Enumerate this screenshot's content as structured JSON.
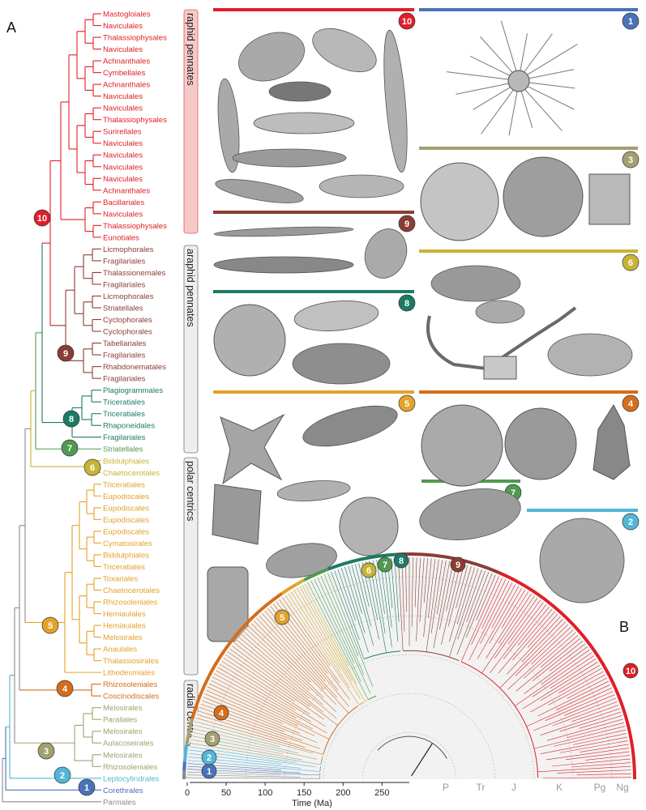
{
  "figure": {
    "panel_a_label": "A",
    "panel_b_label": "B",
    "groups": [
      {
        "label": "raphid pennates",
        "fill": "#f6c9c9",
        "stroke": "#e05a5a"
      },
      {
        "label": "araphid pennates",
        "fill": "#eeeeee",
        "stroke": "#777777"
      },
      {
        "label": "polar centrics",
        "fill": "#eeeeee",
        "stroke": "#777777"
      },
      {
        "label": "radial centrics",
        "fill": "#eeeeee",
        "stroke": "#777777"
      }
    ],
    "taxa": [
      {
        "name": "Mastogloiales",
        "clade": 10
      },
      {
        "name": "Naviculales",
        "clade": 10
      },
      {
        "name": "Thalassiophysales",
        "clade": 10
      },
      {
        "name": "Naviculales",
        "clade": 10
      },
      {
        "name": "Achnanthales",
        "clade": 10
      },
      {
        "name": "Cymbellales",
        "clade": 10
      },
      {
        "name": "Achnanthales",
        "clade": 10
      },
      {
        "name": "Naviculales",
        "clade": 10
      },
      {
        "name": "Naviculales",
        "clade": 10
      },
      {
        "name": "Thalassiophysales",
        "clade": 10
      },
      {
        "name": "Surirellales",
        "clade": 10
      },
      {
        "name": "Naviculales",
        "clade": 10
      },
      {
        "name": "Naviculales",
        "clade": 10
      },
      {
        "name": "Naviculales",
        "clade": 10
      },
      {
        "name": "Naviculales",
        "clade": 10
      },
      {
        "name": "Achnanthales",
        "clade": 10
      },
      {
        "name": "Bacillariales",
        "clade": 10
      },
      {
        "name": "Naviculales",
        "clade": 10
      },
      {
        "name": "Thalassiophysales",
        "clade": 10
      },
      {
        "name": "Eunotiales",
        "clade": 10
      },
      {
        "name": "Licmophorales",
        "clade": 9
      },
      {
        "name": "Fragilariales",
        "clade": 9
      },
      {
        "name": "Thalassionemales",
        "clade": 9
      },
      {
        "name": "Fragilariales",
        "clade": 9
      },
      {
        "name": "Licmophorales",
        "clade": 9
      },
      {
        "name": "Striatellales",
        "clade": 9
      },
      {
        "name": "Cyclophorales",
        "clade": 9
      },
      {
        "name": "Cyclophorales",
        "clade": 9
      },
      {
        "name": "Tabellariales",
        "clade": 9
      },
      {
        "name": "Fragilariales",
        "clade": 9
      },
      {
        "name": "Rhabdonematales",
        "clade": 9
      },
      {
        "name": "Fragilariales",
        "clade": 9
      },
      {
        "name": "Plagiogrammales",
        "clade": 8
      },
      {
        "name": "Triceratiales",
        "clade": 8
      },
      {
        "name": "Triceratiales",
        "clade": 8
      },
      {
        "name": "Rhaponeidales",
        "clade": 8
      },
      {
        "name": "Fragilariales",
        "clade": 8
      },
      {
        "name": "Striatellales",
        "clade": 7
      },
      {
        "name": "Biddulphiales",
        "clade": 6
      },
      {
        "name": "Chaetocerotales",
        "clade": 6
      },
      {
        "name": "Triceratiales",
        "clade": 5
      },
      {
        "name": "Eupodiscales",
        "clade": 5
      },
      {
        "name": "Eupodiscales",
        "clade": 5
      },
      {
        "name": "Eupodiscales",
        "clade": 5
      },
      {
        "name": "Eupodiscales",
        "clade": 5
      },
      {
        "name": "Cymatosirales",
        "clade": 5
      },
      {
        "name": "Biddulphiales",
        "clade": 5
      },
      {
        "name": "Triceratiales",
        "clade": 5
      },
      {
        "name": "Toxariales",
        "clade": 5
      },
      {
        "name": "Chaetocerotales",
        "clade": 5
      },
      {
        "name": "Rhizosoleniales",
        "clade": 5
      },
      {
        "name": "Hemiaulales",
        "clade": 5
      },
      {
        "name": "Hemiaulales",
        "clade": 5
      },
      {
        "name": "Melosirales",
        "clade": 5
      },
      {
        "name": "Anaulales",
        "clade": 5
      },
      {
        "name": "Thalassiosirales",
        "clade": 5
      },
      {
        "name": "Lithodesmiales",
        "clade": 5
      },
      {
        "name": "Rhizosoleniales",
        "clade": 4
      },
      {
        "name": "Coscinodiscales",
        "clade": 4
      },
      {
        "name": "Melosirales",
        "clade": 3
      },
      {
        "name": "Paraliales",
        "clade": 3
      },
      {
        "name": "Melosirales",
        "clade": 3
      },
      {
        "name": "Aulacoseirales",
        "clade": 3
      },
      {
        "name": "Melosirales",
        "clade": 3
      },
      {
        "name": "Rhizosoleniales",
        "clade": 3
      },
      {
        "name": "Leptocylindrales",
        "clade": 2
      },
      {
        "name": "Corethrales",
        "clade": 1
      },
      {
        "name": "Parmales",
        "clade": 0
      }
    ],
    "clade_colors": {
      "0": "#8a8a8a",
      "1": "#4a72b8",
      "2": "#52b6d6",
      "3": "#a3a070",
      "4": "#d46d1c",
      "5": "#e3a22b",
      "6": "#c9b335",
      "7": "#4f9a4f",
      "8": "#1d7a64",
      "9": "#8b3d35",
      "10": "#e01f26"
    },
    "clade_labels": [
      "1",
      "2",
      "3",
      "4",
      "5",
      "6",
      "7",
      "8",
      "9",
      "10"
    ],
    "time_axis": {
      "title": "Time (Ma)",
      "ticks": [
        "0",
        "50",
        "100",
        "150",
        "200",
        "250"
      ],
      "tick_values": [
        0,
        50,
        100,
        150,
        200,
        250
      ],
      "max": 285
    },
    "eras": [
      "P",
      "Tr",
      "J",
      "K",
      "Pg",
      "Ng"
    ]
  }
}
